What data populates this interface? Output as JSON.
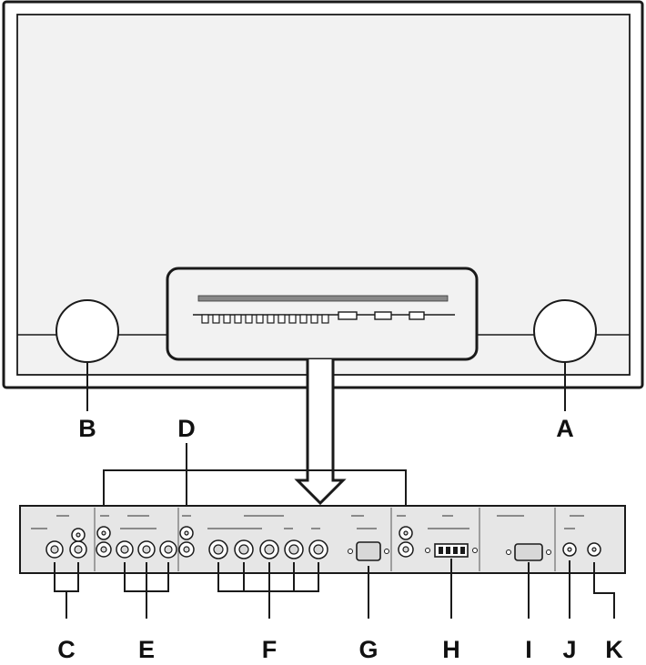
{
  "colors": {
    "outline": "#1a1a1a",
    "panel_fill": "#e6e6e6",
    "screen_fill": "#f2f2f2",
    "connector_fill": "#d8d8d8",
    "background": "#ffffff"
  },
  "callouts": {
    "A": "A",
    "B": "B",
    "C": "C",
    "D": "D",
    "E": "E",
    "F": "F",
    "G": "G",
    "H": "H",
    "I": "I",
    "J": "J",
    "K": "K"
  }
}
